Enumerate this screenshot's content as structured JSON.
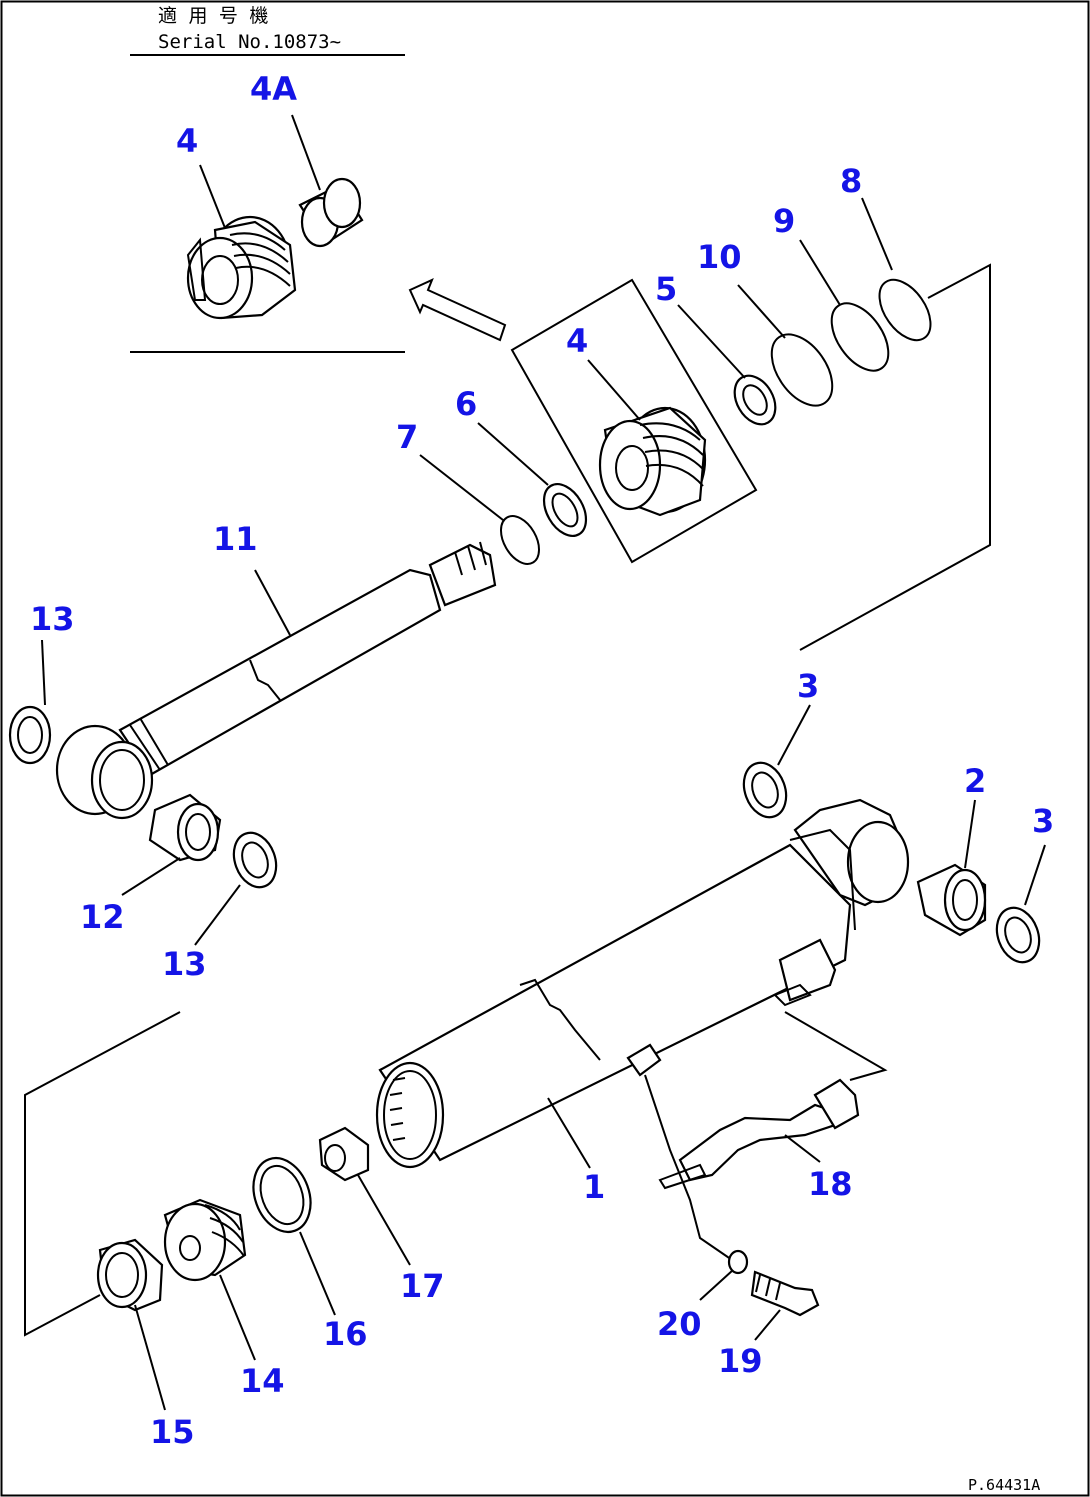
{
  "header": {
    "line1": "適 用 号 機",
    "line2": "Serial No.10873~"
  },
  "callouts": [
    {
      "id": "c-4A",
      "label": "4A"
    },
    {
      "id": "c-4-inset",
      "label": "4"
    },
    {
      "id": "c-8",
      "label": "8"
    },
    {
      "id": "c-9",
      "label": "9"
    },
    {
      "id": "c-10",
      "label": "10"
    },
    {
      "id": "c-5",
      "label": "5"
    },
    {
      "id": "c-4",
      "label": "4"
    },
    {
      "id": "c-6",
      "label": "6"
    },
    {
      "id": "c-7",
      "label": "7"
    },
    {
      "id": "c-11",
      "label": "11"
    },
    {
      "id": "c-13a",
      "label": "13"
    },
    {
      "id": "c-3a",
      "label": "3"
    },
    {
      "id": "c-2",
      "label": "2"
    },
    {
      "id": "c-3b",
      "label": "3"
    },
    {
      "id": "c-12",
      "label": "12"
    },
    {
      "id": "c-13b",
      "label": "13"
    },
    {
      "id": "c-1",
      "label": "1"
    },
    {
      "id": "c-18",
      "label": "18"
    },
    {
      "id": "c-17",
      "label": "17"
    },
    {
      "id": "c-16",
      "label": "16"
    },
    {
      "id": "c-20",
      "label": "20"
    },
    {
      "id": "c-19",
      "label": "19"
    },
    {
      "id": "c-14",
      "label": "14"
    },
    {
      "id": "c-15",
      "label": "15"
    }
  ],
  "drawing_code": "P.64431A",
  "colors": {
    "callout": "#1414e6",
    "line": "#000000",
    "background": "#ffffff"
  }
}
